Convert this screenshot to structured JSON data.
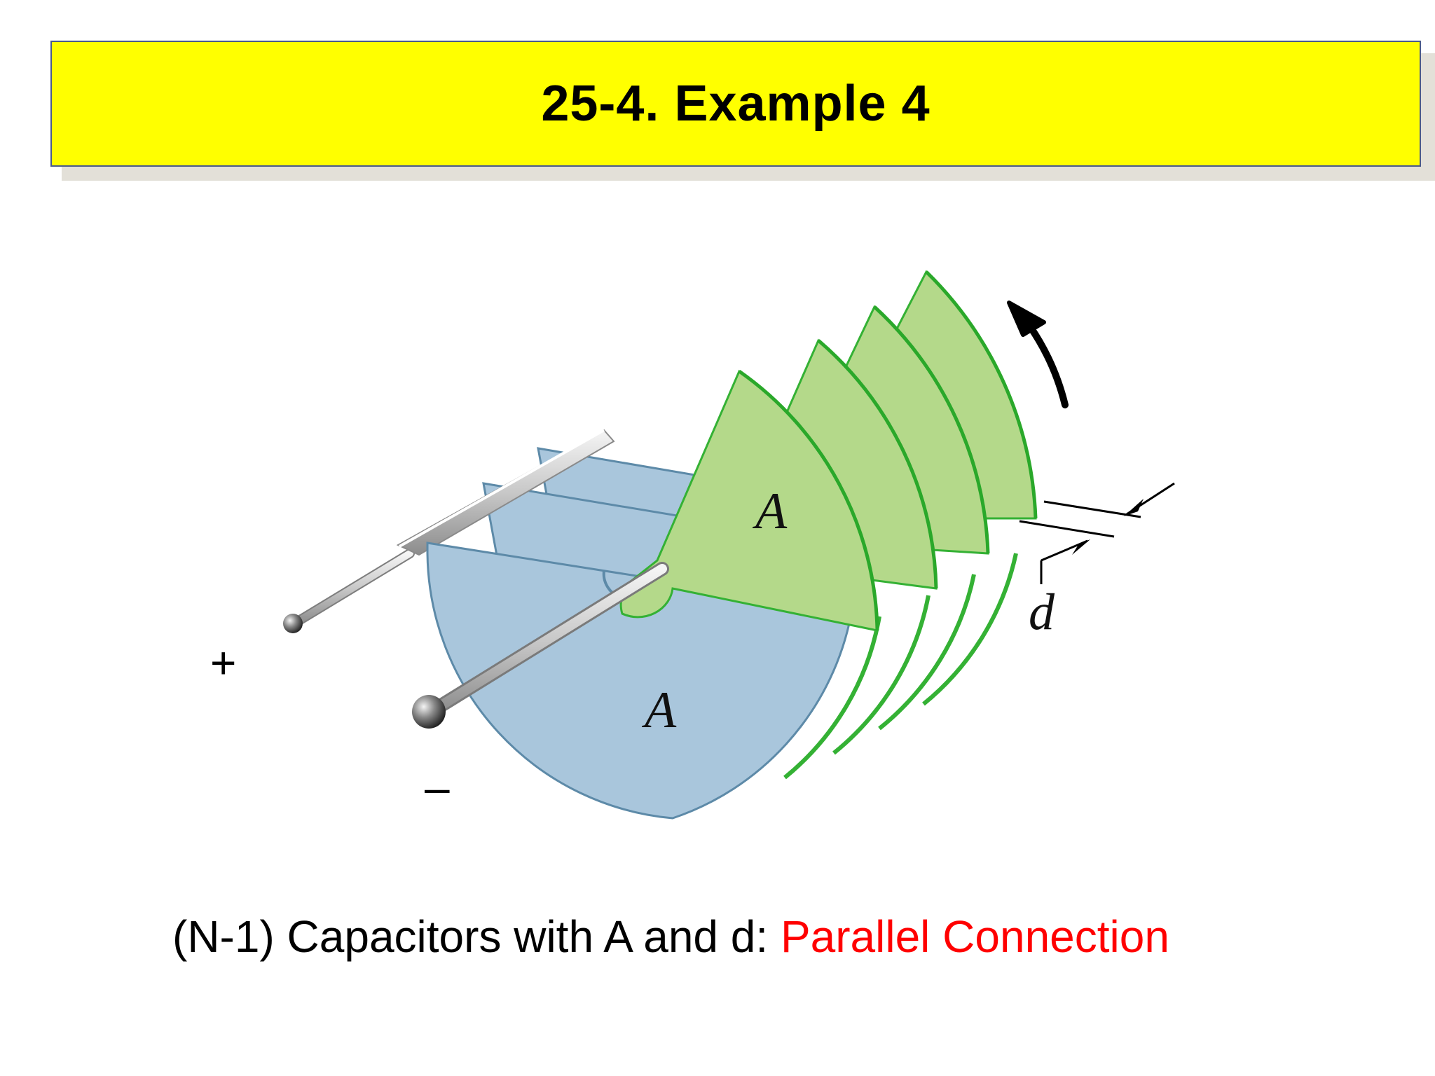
{
  "title": "25-4. Example 4",
  "diagram": {
    "plus_label": "+",
    "minus_label": "–",
    "area_label_top": "A",
    "area_label_bottom": "A",
    "gap_label": "d"
  },
  "caption": {
    "text": "(N-1) Capacitors with A and d: ",
    "highlight": "Parallel Connection"
  },
  "colors": {
    "title_bg": "#ffff00",
    "fixed_plate": "#a9c6dc",
    "rotor_plate": "#b4d98a",
    "highlight_text": "#ff0000"
  }
}
